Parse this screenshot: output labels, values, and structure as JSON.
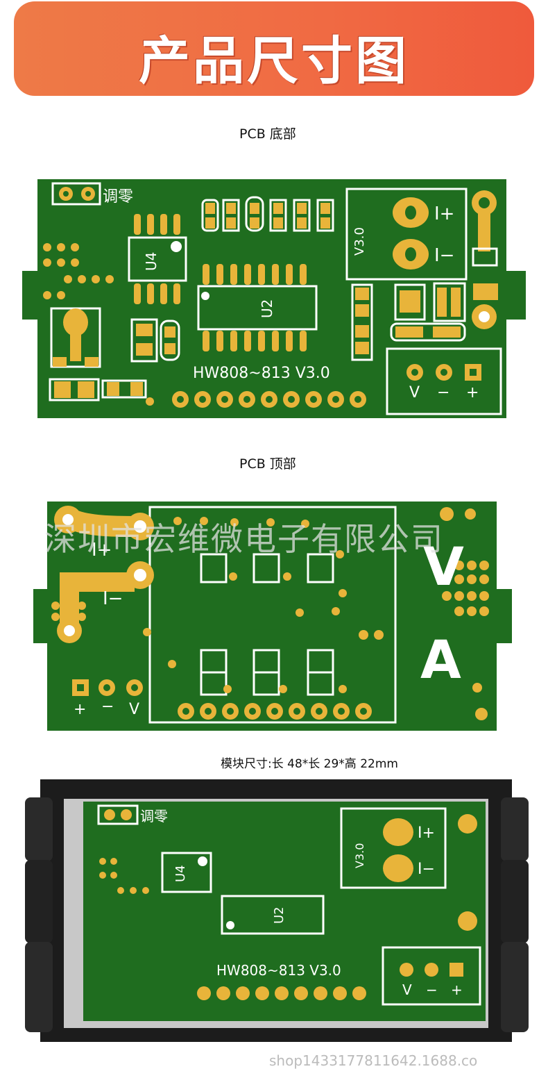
{
  "banner": {
    "title": "产品尺寸图"
  },
  "captions": {
    "bottom": "PCB 底部",
    "top": "PCB 顶部",
    "size": "模块尺寸:长 48*长 29*高 22mm"
  },
  "pcb_bottom": {
    "zero_adjust": "调零",
    "u4": "U4",
    "u2": "U2",
    "model": "HW808~813  V3.0",
    "version": "V3.0",
    "i_plus": "I+",
    "i_minus": "I−",
    "pins": [
      "V",
      "−",
      "+"
    ]
  },
  "pcb_top": {
    "i_plus": "I+",
    "i_minus": "I−",
    "pins": [
      "+",
      "−",
      "V"
    ],
    "volt": "V",
    "amp": "A"
  },
  "watermark": "深圳市宏维微电子有限公司",
  "url_mark": "shop1433177811642.1688.co",
  "colors": {
    "pcb_green": "#1e6e1e",
    "pad_gold": "#e8b43a",
    "silk": "#ffffff",
    "banner": "#ef6b44"
  }
}
